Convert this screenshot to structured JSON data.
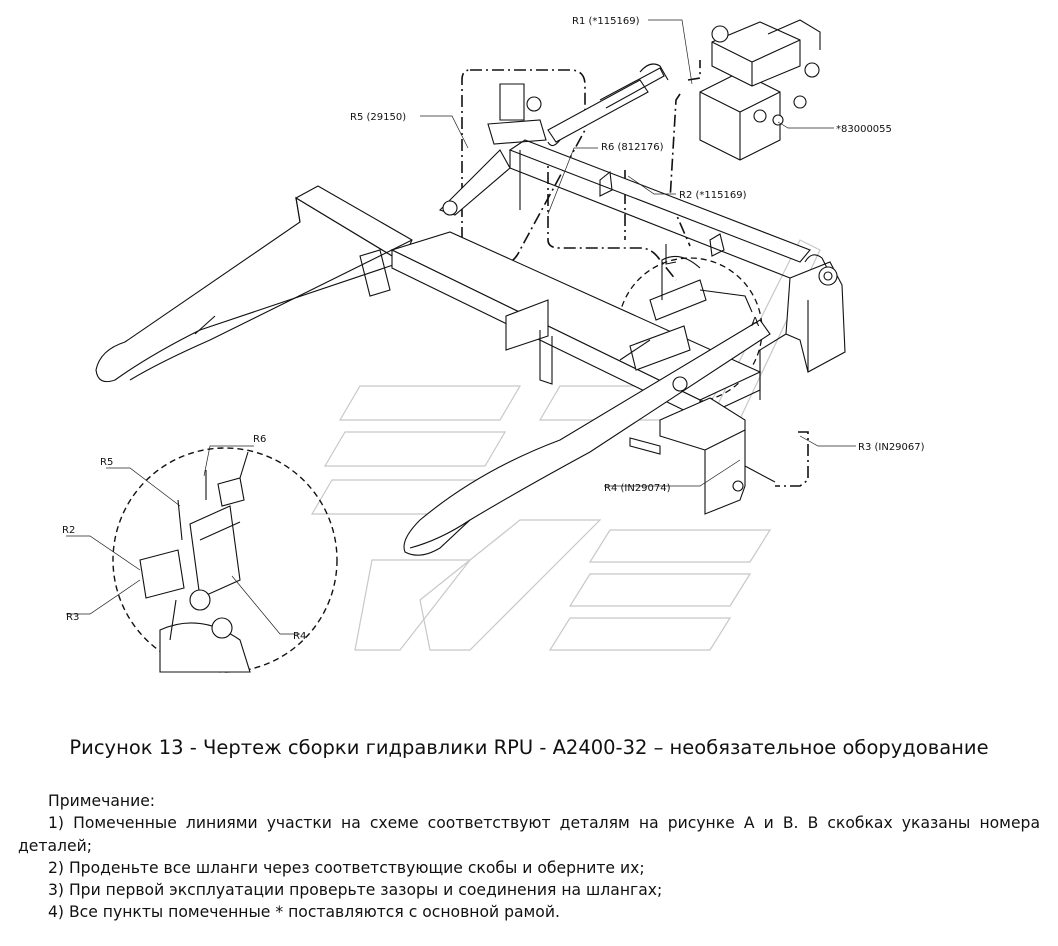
{
  "labels": {
    "r1": "R1 (*115169)",
    "r5": "R5 (29150)",
    "r6": "R6 (812176)",
    "r2": "R2 (*115169)",
    "part": "*83000055",
    "a": "A",
    "r3": "R3 (IN29067)",
    "r4": "R4 (IN29074)"
  },
  "detail_labels": {
    "r6": "R6",
    "r5": "R5",
    "r2": "R2",
    "r3": "R3",
    "r4": "R4"
  },
  "caption": "Рисунок 13 - Чертеж сборки гидравлики RPU - A2400-32 – необязательное оборудование",
  "notes": {
    "title": "Примечание:",
    "items": [
      "1) Помеченные линиями участки на схеме соответствуют деталям на рисунке А и В. В скобках указаны номера деталей;",
      "2) Проденьте все шланги через соответствующие скобы и оберните их;",
      "3) При первой эксплуатации проверьте зазоры и соединения на шлангах;",
      "4) Все пункты помеченные * поставляются с основной рамой."
    ]
  }
}
